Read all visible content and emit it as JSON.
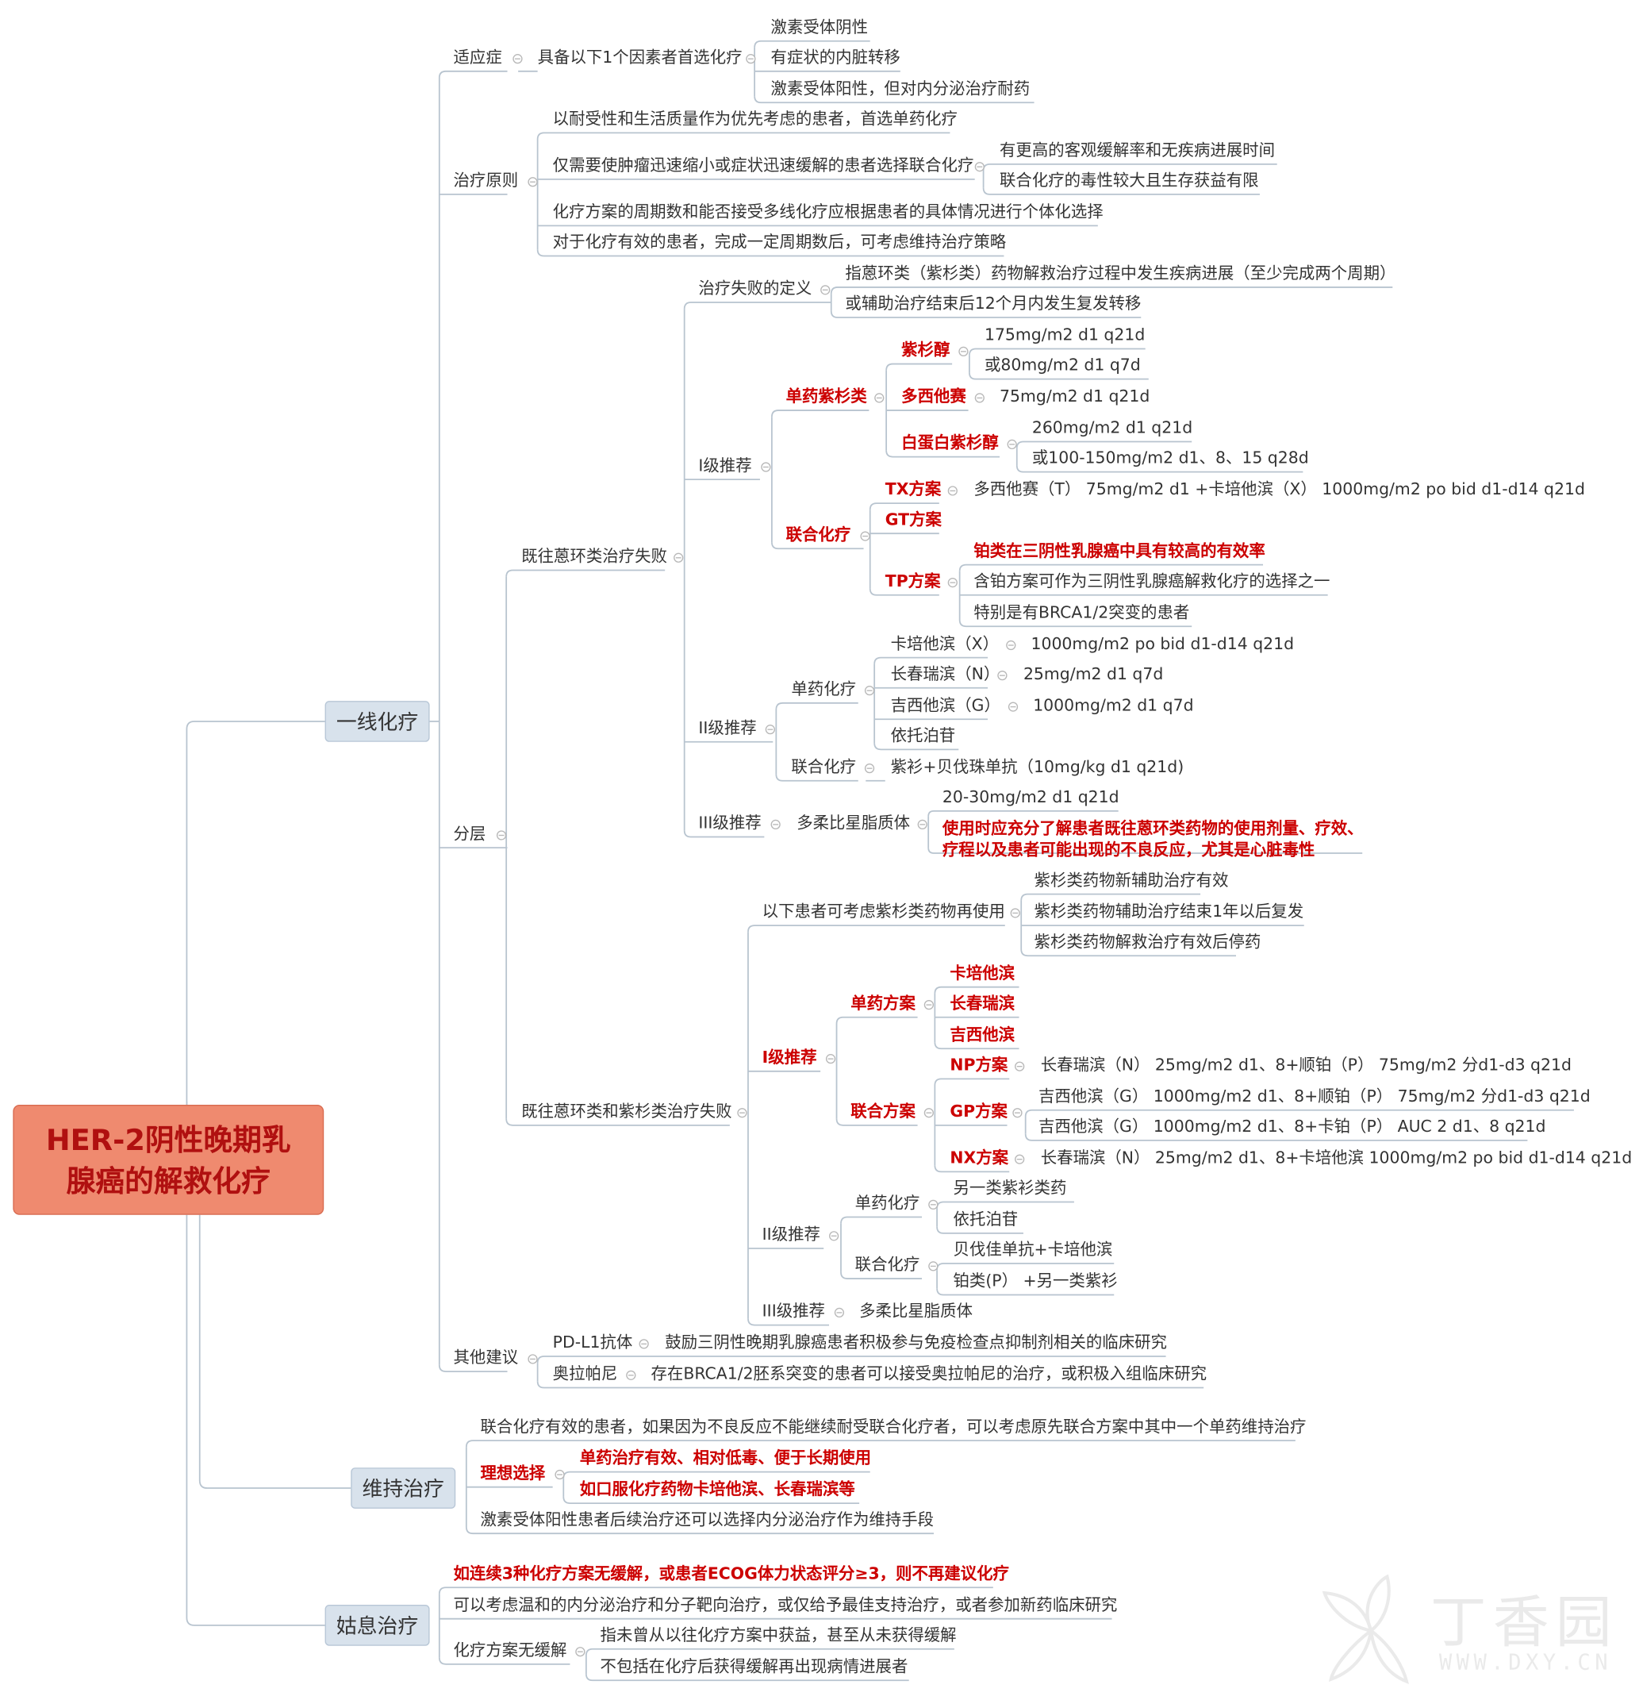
{
  "root": {
    "line1": "HER-2阴性晚期乳",
    "line2": "腺癌的解救化疗"
  },
  "first_line": {
    "label": "一线化疗",
    "indication": {
      "label": "适应症",
      "condition": "具备以下1个因素者首选化疗",
      "factors": [
        "激素受体阴性",
        "有症状的内脏转移",
        "激素受体阳性，但对内分泌治疗耐药"
      ]
    },
    "principles": {
      "label": "治疗原则",
      "items": [
        "以耐受性和生活质量作为优先考虑的患者，首选单药化疗",
        "仅需要使肿瘤迅速缩小或症状迅速缓解的患者选择联合化疗",
        "化疗方案的周期数和能否接受多线化疗应根据患者的具体情况进行个体化选择",
        "对于化疗有效的患者，完成一定周期数后，可考虑维持治疗策略"
      ],
      "combo_notes": [
        "有更高的客观缓解率和无疾病进展时间",
        "联合化疗的毒性较大且生存获益有限"
      ]
    },
    "stratify": {
      "label": "分层",
      "anthracycline_failed": {
        "label": "既往蒽环类治疗失败",
        "definition": {
          "label": "治疗失败的定义",
          "items": [
            "指蒽环类（紫杉类）药物解救治疗过程中发生疾病进展（至少完成两个周期）",
            "或辅助治疗结束后12个月内发生复发转移"
          ]
        },
        "level1": {
          "label": "I级推荐",
          "single": {
            "label": "单药紫杉类",
            "paclitaxel": {
              "label": "紫杉醇",
              "doses": [
                "175mg/m2 d1 q21d",
                "或80mg/m2 d1 q7d"
              ]
            },
            "docetaxel": {
              "label": "多西他赛",
              "dose": "75mg/m2 d1 q21d"
            },
            "nab": {
              "label": "白蛋白紫杉醇",
              "doses": [
                "260mg/m2 d1 q21d",
                "或100-150mg/m2 d1、8、15 q28d"
              ]
            }
          },
          "combo": {
            "label": "联合化疗",
            "tx": {
              "label": "TX方案",
              "detail": "多西他赛（T） 75mg/m2 d1 +卡培他滨（X） 1000mg/m2 po bid d1-d14 q21d"
            },
            "gt": {
              "label": "GT方案"
            },
            "tp": {
              "label": "TP方案",
              "notes": [
                "铂类在三阴性乳腺癌中具有较高的有效率",
                "含铂方案可作为三阴性乳腺癌解救化疗的选择之一",
                "特别是有BRCA1/2突变的患者"
              ]
            }
          }
        },
        "level2": {
          "label": "II级推荐",
          "single": {
            "label": "单药化疗",
            "drugs": [
              {
                "name": "卡培他滨（X）",
                "dose": "1000mg/m2 po bid d1-d14 q21d"
              },
              {
                "name": "长春瑞滨（N）",
                "dose": "25mg/m2 d1 q7d"
              },
              {
                "name": "吉西他滨（G）",
                "dose": "1000mg/m2 d1 q7d"
              },
              {
                "name": "依托泊苷",
                "dose": ""
              }
            ]
          },
          "combo": {
            "label": "联合化疗",
            "detail": "紫衫+贝伐珠单抗（10mg/kg d1 q21d)"
          }
        },
        "level3": {
          "label": "III级推荐",
          "drug": "多柔比星脂质体",
          "dose": "20-30mg/m2 d1 q21d",
          "warning": [
            "使用时应充分了解患者既往蒽环类药物的使用剂量、疗效、",
            "疗程以及患者可能出现的不良反应，尤其是心脏毒性"
          ]
        }
      },
      "both_failed": {
        "label": "既往蒽环类和紫杉类治疗失败",
        "reuse": {
          "label": "以下患者可考虑紫杉类药物再使用",
          "items": [
            "紫杉类药物新辅助治疗有效",
            "紫杉类药物辅助治疗结束1年以后复发",
            "紫杉类药物解救治疗有效后停药"
          ]
        },
        "level1": {
          "label": "I级推荐",
          "single": {
            "label": "单药方案",
            "drugs": [
              "卡培他滨",
              "长春瑞滨",
              "吉西他滨"
            ]
          },
          "combo": {
            "label": "联合方案",
            "np": {
              "label": "NP方案",
              "detail": "长春瑞滨（N） 25mg/m2 d1、8+顺铂（P） 75mg/m2 分d1-d3 q21d"
            },
            "gp": {
              "label": "GP方案",
              "details": [
                "吉西他滨（G） 1000mg/m2 d1、8+顺铂（P） 75mg/m2 分d1-d3 q21d",
                "吉西他滨（G） 1000mg/m2 d1、8+卡铂（P） AUC 2 d1、8 q21d"
              ]
            },
            "nx": {
              "label": "NX方案",
              "detail": "长春瑞滨（N） 25mg/m2 d1、8+卡培他滨 1000mg/m2 po bid d1-d14 q21d"
            }
          }
        },
        "level2": {
          "label": "II级推荐",
          "single": {
            "label": "单药化疗",
            "items": [
              "另一类紫衫类药",
              "依托泊苷"
            ]
          },
          "combo": {
            "label": "联合化疗",
            "items": [
              "贝伐佳单抗+卡培他滨",
              "铂类(P） +另一类紫衫"
            ]
          }
        },
        "level3": {
          "label": "III级推荐",
          "drug": "多柔比星脂质体"
        }
      }
    },
    "other": {
      "label": "其他建议",
      "items": [
        {
          "name": "PD-L1抗体",
          "text": "鼓励三阴性晚期乳腺癌患者积极参与免疫检查点抑制剂相关的临床研究"
        },
        {
          "name": "奥拉帕尼",
          "text": "存在BRCA1/2胚系突变的患者可以接受奥拉帕尼的治疗，或积极入组临床研究"
        }
      ]
    }
  },
  "maintenance": {
    "label": "维持治疗",
    "intro": "联合化疗有效的患者，如果因为不良反应不能继续耐受联合化疗者，可以考虑原先联合方案中其中一个单药维持治疗",
    "ideal": {
      "label": "理想选择",
      "items": [
        "单药治疗有效、相对低毒、便于长期使用",
        "如口服化疗药物卡培他滨、长春瑞滨等"
      ]
    },
    "hormone": "激素受体阳性患者后续治疗还可以选择内分泌治疗作为维持手段"
  },
  "palliative": {
    "label": "姑息治疗",
    "warning": "如连续3种化疗方案无缓解，或患者ECOG体力状态评分≥3，则不再建议化疗",
    "option": "可以考虑温和的内分泌治疗和分子靶向治疗，或仅给予最佳支持治疗，或者参加新药临床研究",
    "no_response": {
      "label": "化疗方案无缓解",
      "items": [
        "指未曾从以往化疗方案中获益，甚至从未获得缓解",
        "不包括在化疗后获得缓解再出现病情进展者"
      ]
    }
  },
  "watermark": {
    "cn": "丁香园",
    "en": "WWW.DXY.CN"
  },
  "colors": {
    "root_fill": "#ef8a6f",
    "root_text": "#b01010",
    "highlight": "#cc0000",
    "branch_box": "#d8e2ec",
    "line": "#b8c4cf"
  }
}
